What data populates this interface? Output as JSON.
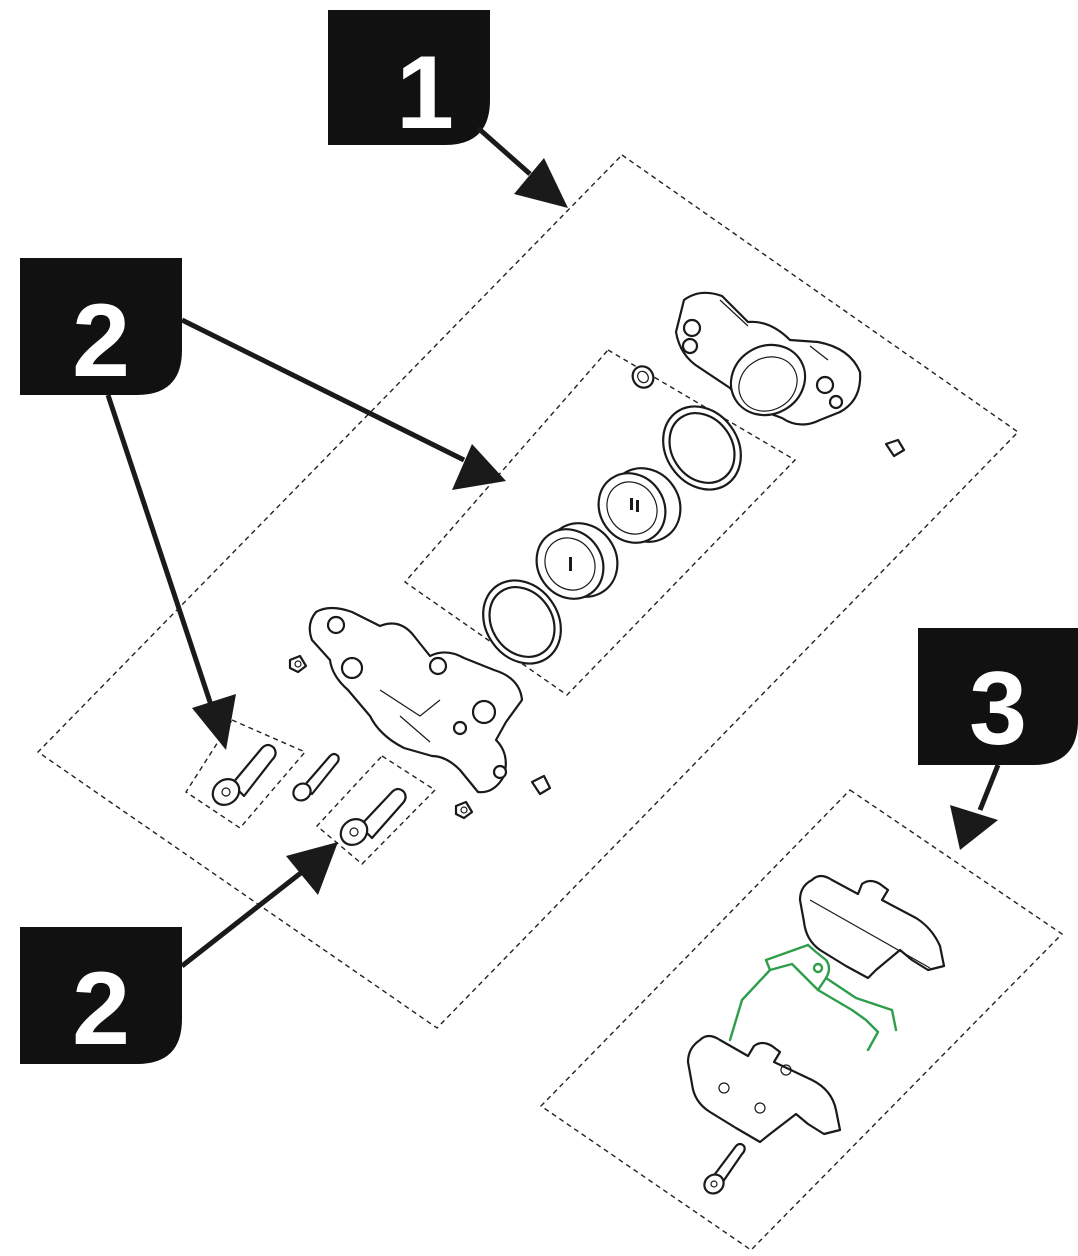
{
  "callouts": [
    {
      "id": "1",
      "label": "1"
    },
    {
      "id": "2a",
      "label": "2"
    },
    {
      "id": "2b",
      "label": "2"
    },
    {
      "id": "3",
      "label": "3"
    }
  ],
  "colors": {
    "callout_bg": "#111111",
    "callout_text": "#ffffff",
    "line": "#1a1a1a",
    "spring": "#2e9e4a"
  },
  "icons": {
    "arrow": "arrow-icon",
    "bolt": "bolt-icon",
    "seal_ring": "seal-ring-icon",
    "piston": "piston-icon",
    "caliper_outboard": "caliper-outboard-icon",
    "caliper_inboard": "caliper-inboard-icon",
    "bleed_nipple": "bleed-nipple-icon",
    "brake_pad": "brake-pad-icon",
    "pad_spring": "pad-spring-icon"
  }
}
